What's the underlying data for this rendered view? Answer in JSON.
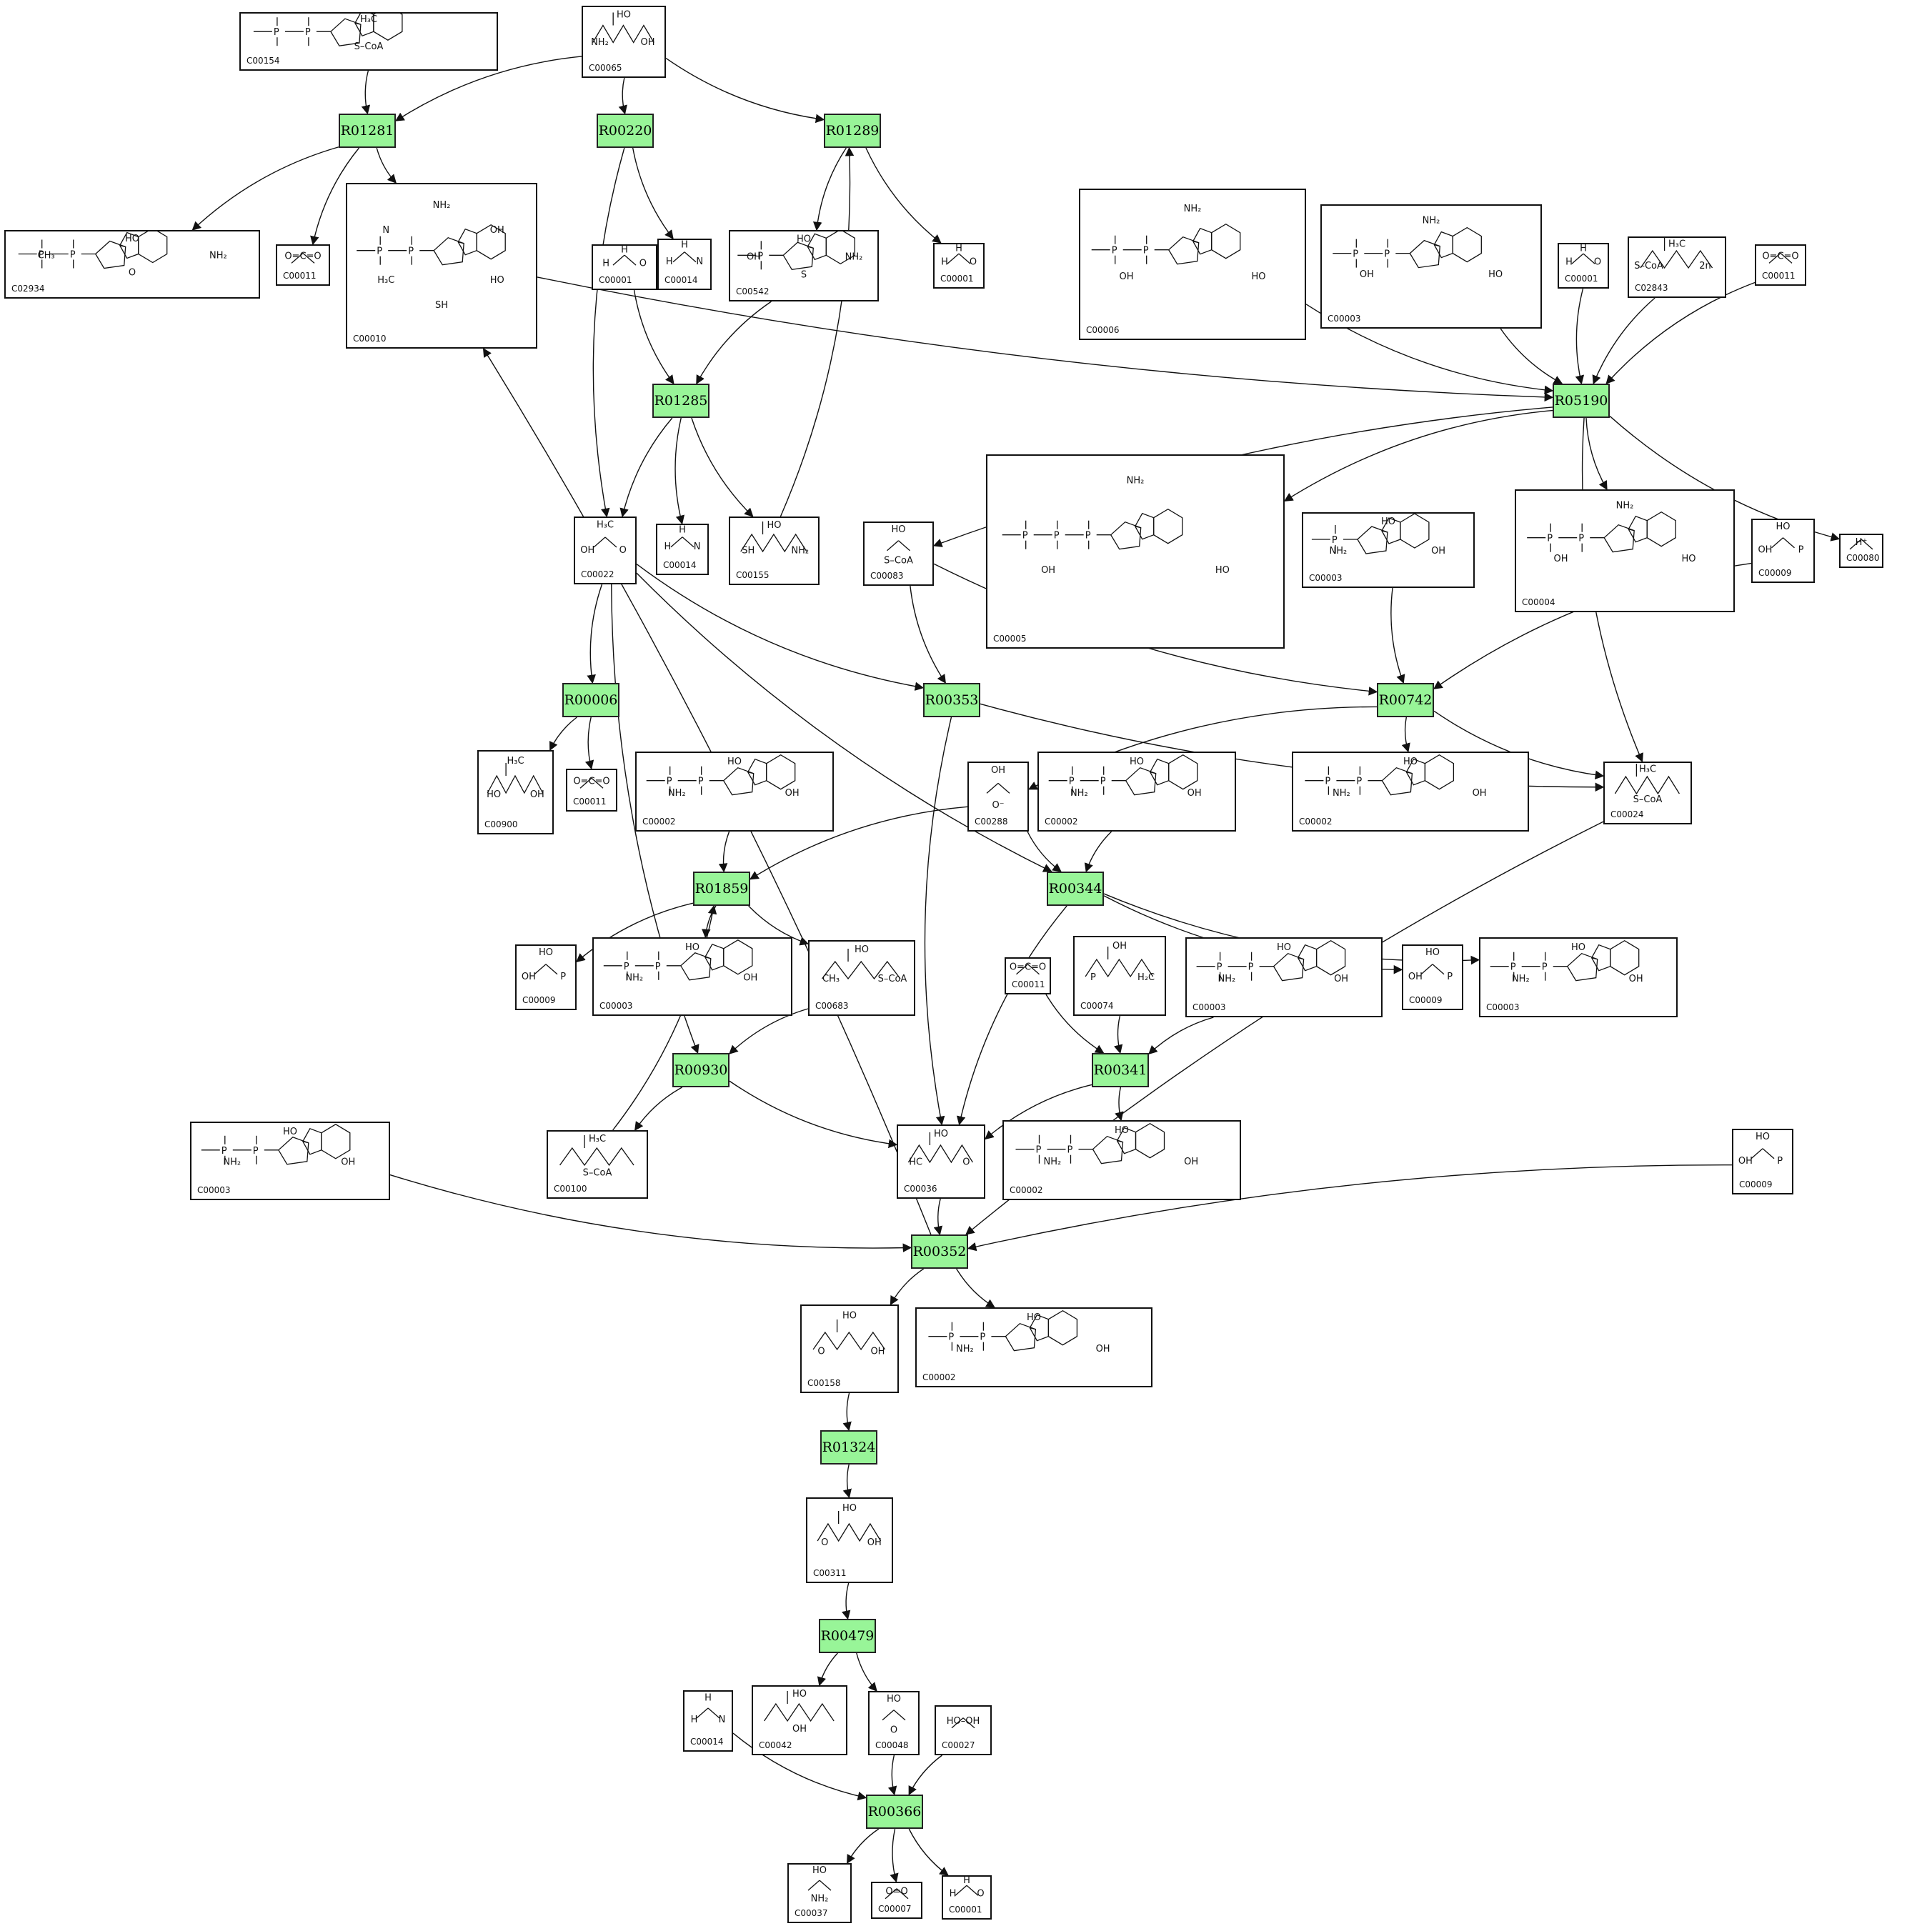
{
  "reactions": [
    {
      "id": "R01281"
    },
    {
      "id": "R00220"
    },
    {
      "id": "R01289"
    },
    {
      "id": "R01285"
    },
    {
      "id": "R05190"
    },
    {
      "id": "R00006"
    },
    {
      "id": "R00353"
    },
    {
      "id": "R00742"
    },
    {
      "id": "R01859"
    },
    {
      "id": "R00344"
    },
    {
      "id": "R00930"
    },
    {
      "id": "R00341"
    },
    {
      "id": "R00352"
    },
    {
      "id": "R01324"
    },
    {
      "id": "R00479"
    },
    {
      "id": "R00366"
    }
  ],
  "compounds": [
    {
      "id": "C00154",
      "frag": [
        "H₃C",
        "S–CoA"
      ]
    },
    {
      "id": "C00065",
      "frag": [
        "HO",
        "OH",
        "NH₂"
      ]
    },
    {
      "id": "C02934",
      "frag": [
        "HO",
        "NH₂",
        "O",
        "CH₃"
      ]
    },
    {
      "id": "C00011",
      "frag": [
        "O=C=O"
      ]
    },
    {
      "id": "C00010",
      "frag": [
        "NH₂",
        "OH",
        "HO",
        "SH",
        "H₃C",
        "N"
      ]
    },
    {
      "id": "C00001",
      "frag": [
        "H",
        "O",
        "H"
      ]
    },
    {
      "id": "C00014",
      "frag": [
        "H",
        "N",
        "H"
      ]
    },
    {
      "id": "C00542",
      "frag": [
        "HO",
        "NH₂",
        "S",
        "OH"
      ]
    },
    {
      "id": "C00001",
      "frag": [
        "H",
        "O",
        "H"
      ]
    },
    {
      "id": "C00006",
      "frag": [
        "NH₂",
        "HO",
        "OH"
      ]
    },
    {
      "id": "C00003",
      "frag": [
        "NH₂",
        "HO",
        "OH"
      ]
    },
    {
      "id": "C00001",
      "frag": [
        "H",
        "O",
        "H"
      ]
    },
    {
      "id": "C02843",
      "frag": [
        "H₃C",
        "2n",
        "S–CoA"
      ]
    },
    {
      "id": "C00011",
      "frag": [
        "O=C=O"
      ]
    },
    {
      "id": "C00022",
      "frag": [
        "H₃C",
        "O",
        "OH"
      ]
    },
    {
      "id": "C00014",
      "frag": [
        "H",
        "N",
        "H"
      ]
    },
    {
      "id": "C00155",
      "frag": [
        "HO",
        "NH₂",
        "SH"
      ]
    },
    {
      "id": "C00083",
      "frag": [
        "HO",
        "S–CoA"
      ]
    },
    {
      "id": "C00005",
      "frag": [
        "NH₂",
        "HO",
        "OH"
      ]
    },
    {
      "id": "C00003",
      "frag": [
        "HO",
        "OH",
        "NH₂"
      ]
    },
    {
      "id": "C00004",
      "frag": [
        "NH₂",
        "HO",
        "OH"
      ]
    },
    {
      "id": "C00009",
      "frag": [
        "HO",
        "P",
        "OH"
      ]
    },
    {
      "id": "C00080",
      "frag": [
        "H⁺"
      ]
    },
    {
      "id": "C00900",
      "frag": [
        "H₃C",
        "OH",
        "HO"
      ]
    },
    {
      "id": "C00011",
      "frag": [
        "O=C=O"
      ]
    },
    {
      "id": "C00002",
      "frag": [
        "HO",
        "OH",
        "NH₂"
      ]
    },
    {
      "id": "C00288",
      "frag": [
        "OH",
        "O⁻"
      ]
    },
    {
      "id": "C00002",
      "frag": [
        "HO",
        "OH",
        "NH₂"
      ]
    },
    {
      "id": "C00002",
      "frag": [
        "HO",
        "OH",
        "NH₂"
      ]
    },
    {
      "id": "C00024",
      "frag": [
        "H₃C",
        "S–CoA"
      ]
    },
    {
      "id": "C00009",
      "frag": [
        "HO",
        "P",
        "OH"
      ]
    },
    {
      "id": "C00003",
      "frag": [
        "HO",
        "OH",
        "NH₂"
      ]
    },
    {
      "id": "C00683",
      "frag": [
        "HO",
        "S–CoA",
        "CH₃"
      ]
    },
    {
      "id": "C00011",
      "frag": [
        "O=C=O"
      ]
    },
    {
      "id": "C00074",
      "frag": [
        "OH",
        "H₂C",
        "P"
      ]
    },
    {
      "id": "C00003",
      "frag": [
        "HO",
        "OH",
        "NH₂"
      ]
    },
    {
      "id": "C00009",
      "frag": [
        "HO",
        "P",
        "OH"
      ]
    },
    {
      "id": "C00003",
      "frag": [
        "HO",
        "OH",
        "NH₂"
      ]
    },
    {
      "id": "C00003",
      "frag": [
        "HO",
        "OH",
        "NH₂"
      ]
    },
    {
      "id": "C00100",
      "frag": [
        "H₃C",
        "S–CoA"
      ]
    },
    {
      "id": "C00036",
      "frag": [
        "HO",
        "O",
        "HC"
      ]
    },
    {
      "id": "C00002",
      "frag": [
        "HO",
        "OH",
        "NH₂"
      ]
    },
    {
      "id": "C00009",
      "frag": [
        "HO",
        "P",
        "OH"
      ]
    },
    {
      "id": "C00158",
      "frag": [
        "HO",
        "OH",
        "O"
      ]
    },
    {
      "id": "C00002",
      "frag": [
        "HO",
        "OH",
        "NH₂"
      ]
    },
    {
      "id": "C00311",
      "frag": [
        "HO",
        "OH",
        "O"
      ]
    },
    {
      "id": "C00014",
      "frag": [
        "H",
        "N",
        "H"
      ]
    },
    {
      "id": "C00042",
      "frag": [
        "HO",
        "OH"
      ]
    },
    {
      "id": "C00048",
      "frag": [
        "HO",
        "O"
      ]
    },
    {
      "id": "C00027",
      "frag": [
        "HO–OH"
      ]
    },
    {
      "id": "C00037",
      "frag": [
        "HO",
        "NH₂"
      ]
    },
    {
      "id": "C00007",
      "frag": [
        "O=O"
      ]
    },
    {
      "id": "C00001",
      "frag": [
        "H",
        "O",
        "H"
      ]
    }
  ],
  "edges": [
    {
      "from": "c0",
      "to": "r0"
    },
    {
      "from": "c1",
      "to": "r0"
    },
    {
      "from": "c1",
      "to": "r1"
    },
    {
      "from": "c1",
      "to": "r2"
    },
    {
      "from": "r0",
      "to": "c2"
    },
    {
      "from": "r0",
      "to": "c3"
    },
    {
      "from": "r0",
      "to": "c4"
    },
    {
      "from": "r1",
      "to": "c6"
    },
    {
      "from": "r1",
      "to": "c14"
    },
    {
      "from": "r2",
      "to": "c7"
    },
    {
      "from": "r2",
      "to": "c8"
    },
    {
      "from": "c5",
      "to": "r3"
    },
    {
      "from": "c7",
      "to": "r3"
    },
    {
      "from": "r3",
      "to": "c14"
    },
    {
      "from": "r3",
      "to": "c15"
    },
    {
      "from": "r3",
      "to": "c16"
    },
    {
      "from": "c16",
      "to": "r2"
    },
    {
      "from": "c4",
      "to": "r4"
    },
    {
      "from": "c9",
      "to": "r4"
    },
    {
      "from": "c10",
      "to": "r4"
    },
    {
      "from": "c11",
      "to": "r4"
    },
    {
      "from": "c12",
      "to": "r4"
    },
    {
      "from": "c13",
      "to": "r4"
    },
    {
      "from": "r4",
      "to": "c17"
    },
    {
      "from": "r4",
      "to": "c18"
    },
    {
      "from": "r4",
      "to": "c20"
    },
    {
      "from": "r4",
      "to": "c22"
    },
    {
      "from": "r4",
      "to": "c29"
    },
    {
      "from": "c14",
      "to": "r5"
    },
    {
      "from": "c14",
      "to": "r6"
    },
    {
      "from": "c14",
      "to": "r9"
    },
    {
      "from": "c14",
      "to": "r10"
    },
    {
      "from": "r5",
      "to": "c23"
    },
    {
      "from": "r5",
      "to": "c24"
    },
    {
      "from": "c17",
      "to": "r6"
    },
    {
      "from": "c17",
      "to": "r7"
    },
    {
      "from": "r6",
      "to": "c29"
    },
    {
      "from": "r6",
      "to": "c40"
    },
    {
      "from": "c19",
      "to": "r7"
    },
    {
      "from": "c21",
      "to": "r7"
    },
    {
      "from": "r7",
      "to": "c26"
    },
    {
      "from": "r7",
      "to": "c28"
    },
    {
      "from": "r7",
      "to": "c29"
    },
    {
      "from": "c25",
      "to": "r8"
    },
    {
      "from": "c26",
      "to": "r8"
    },
    {
      "from": "r8",
      "to": "c30"
    },
    {
      "from": "r8",
      "to": "c31"
    },
    {
      "from": "r8",
      "to": "c32"
    },
    {
      "from": "c26",
      "to": "r9"
    },
    {
      "from": "c27",
      "to": "r9"
    },
    {
      "from": "r9",
      "to": "c36"
    },
    {
      "from": "r9",
      "to": "c37"
    },
    {
      "from": "r9",
      "to": "c40"
    },
    {
      "from": "c32",
      "to": "r10"
    },
    {
      "from": "r10",
      "to": "c39"
    },
    {
      "from": "r10",
      "to": "c40"
    },
    {
      "from": "c39",
      "to": "r8"
    },
    {
      "from": "c33",
      "to": "r11"
    },
    {
      "from": "c34",
      "to": "r11"
    },
    {
      "from": "c35",
      "to": "r11"
    },
    {
      "from": "r11",
      "to": "c40"
    },
    {
      "from": "r11",
      "to": "c41"
    },
    {
      "from": "c40",
      "to": "r12"
    },
    {
      "from": "c38",
      "to": "r12"
    },
    {
      "from": "c42",
      "to": "r12"
    },
    {
      "from": "c29",
      "to": "r12"
    },
    {
      "from": "r12",
      "to": "c4"
    },
    {
      "from": "r12",
      "to": "c43"
    },
    {
      "from": "r12",
      "to": "c44"
    },
    {
      "from": "c43",
      "to": "r13"
    },
    {
      "from": "r13",
      "to": "c45"
    },
    {
      "from": "c45",
      "to": "r14"
    },
    {
      "from": "r14",
      "to": "c47"
    },
    {
      "from": "r14",
      "to": "c48"
    },
    {
      "from": "c46",
      "to": "r15"
    },
    {
      "from": "c48",
      "to": "r15"
    },
    {
      "from": "c49",
      "to": "r15"
    },
    {
      "from": "r15",
      "to": "c50"
    },
    {
      "from": "r15",
      "to": "c51"
    },
    {
      "from": "r15",
      "to": "c52"
    }
  ]
}
